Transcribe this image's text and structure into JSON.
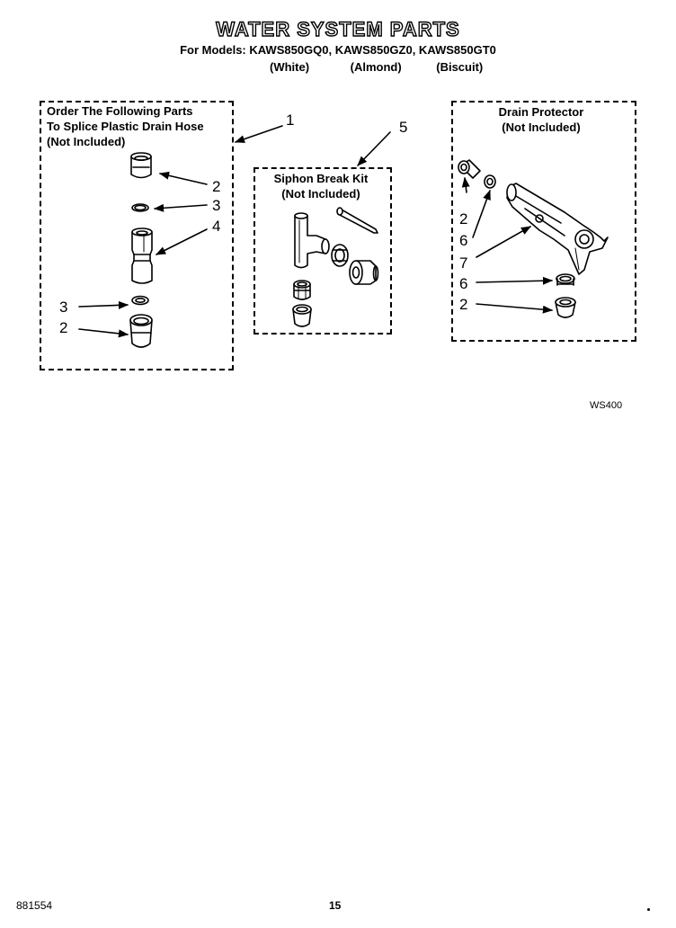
{
  "header": {
    "title": "WATER SYSTEM PARTS",
    "models": "For Models: KAWS850GQ0, KAWS850GZ0, KAWS850GT0",
    "colors": [
      "(White)",
      "(Almond)",
      "(Biscuit)"
    ]
  },
  "boxes": {
    "splice": {
      "line1": "Order The Following Parts",
      "line2": "To Splice Plastic Drain Hose",
      "line3": "(Not Included)"
    },
    "siphon": {
      "line1": "Siphon Break Kit",
      "line2": "(Not Included)"
    },
    "drain": {
      "line1": "Drain Protector",
      "line2": "(Not Included)"
    }
  },
  "callouts": {
    "splice_box": "1",
    "splice_coupling_top": "2",
    "splice_ring_top": "3",
    "splice_connector": "4",
    "splice_ring_bottom": "3",
    "splice_coupling_bottom": "2",
    "siphon_kit": "5",
    "drain_coupling_top": "2",
    "drain_ring_top": "6",
    "drain_protector": "7",
    "drain_ring_bottom": "6",
    "drain_coupling_bottom": "2"
  },
  "diagram_ref": "WS400",
  "footer": {
    "doc_number": "881554",
    "page": "15"
  }
}
